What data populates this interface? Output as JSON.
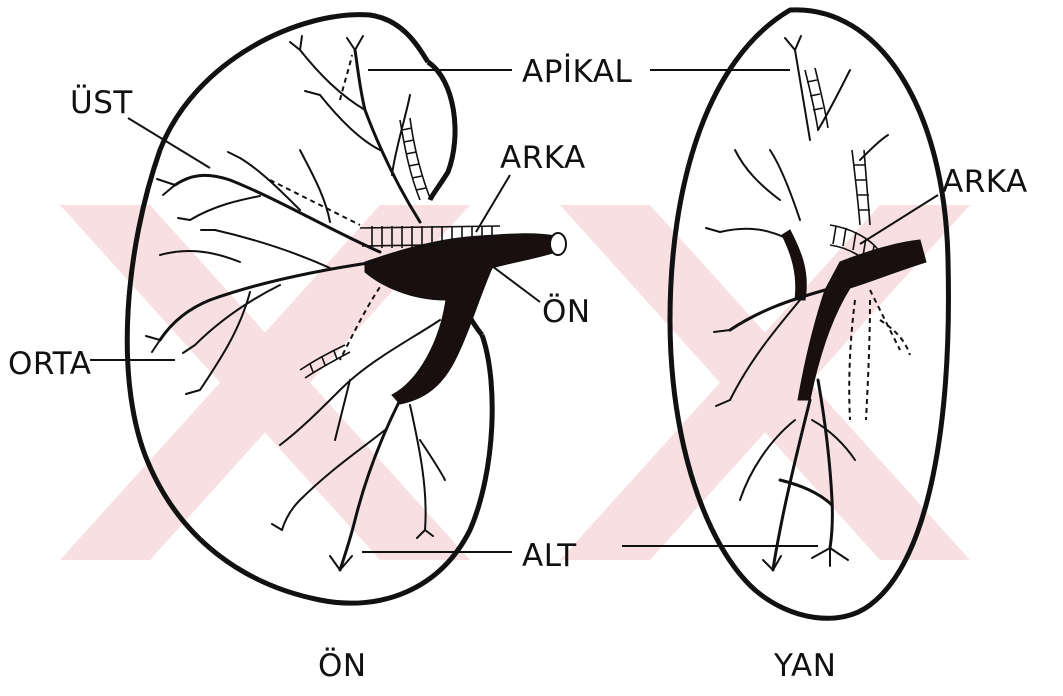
{
  "figures": {
    "front": {
      "caption": "ÖN",
      "labels": {
        "apical": "APİKAL",
        "upper": "ÜST",
        "posterior": "ARKA",
        "anterior": "ÖN",
        "middle": "ORTA",
        "lower": "ALT"
      }
    },
    "side": {
      "caption": "YAN",
      "labels": {
        "posterior": "ARKA"
      }
    }
  },
  "colors": {
    "ink": "#111111",
    "vessel_fill": "#1a0f0f",
    "watermark": "#f4c6cc",
    "background": "#ffffff"
  }
}
